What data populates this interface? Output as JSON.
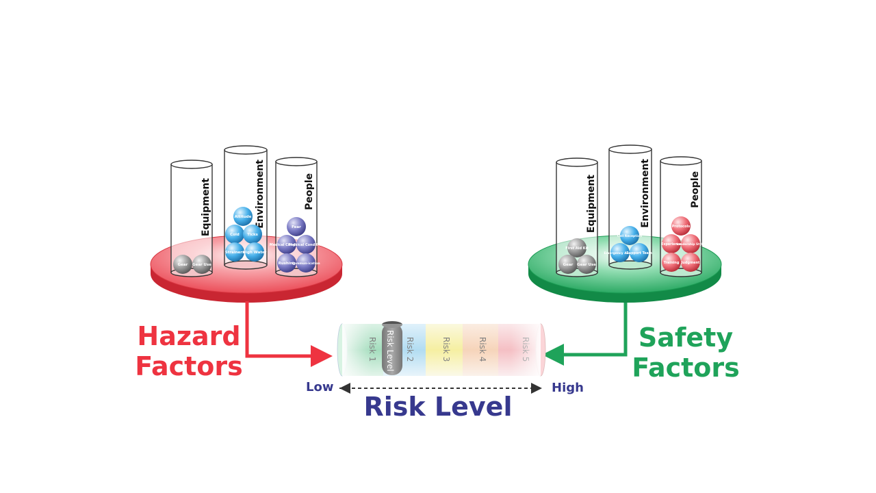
{
  "hazard": {
    "title_line1": "Hazard",
    "title_line2": "Factors",
    "cylinders": [
      {
        "label": "Equipment",
        "balls": [
          "Gear",
          "Gear Use"
        ]
      },
      {
        "label": "Environment",
        "balls": [
          "Altitude",
          "Cold",
          "Ticks",
          "Strainers",
          "High Water"
        ]
      },
      {
        "label": "People",
        "balls": [
          "Fear",
          "Medical Condition",
          "Physical Condition",
          "Rushing",
          "Commun-ication"
        ]
      }
    ]
  },
  "safety": {
    "title_line1": "Safety",
    "title_line2": "Factors",
    "cylinders": [
      {
        "label": "Equipment",
        "balls": [
          "First Aid Kit",
          "Gear",
          "Gear Use"
        ]
      },
      {
        "label": "Environment",
        "balls": [
          "Cell Reception",
          "Emergency Access",
          "Support Team"
        ]
      },
      {
        "label": "People",
        "balls": [
          "Protocols",
          "Experience",
          "Leadership Style",
          "Training",
          "Judgment"
        ]
      }
    ]
  },
  "risk_scale": {
    "title": "Risk Level",
    "low": "Low",
    "high": "High",
    "indicator": "Risk Level",
    "segments": [
      "Risk 1",
      "Risk 2",
      "Risk 3",
      "Risk 4",
      "Risk 5"
    ]
  },
  "colors": {
    "hazard": "#ee3340",
    "safety": "#1fa35a",
    "scale_text": "#37398e",
    "seg1": "#7fd6a5",
    "seg2": "#8fd2f0",
    "seg3": "#f8f07a",
    "seg4": "#f9c49a",
    "seg5": "#f6a0a8",
    "ball_gray": "#8a8a8a",
    "ball_blue": "#3fa9e6",
    "ball_purple": "#6f6fb8",
    "ball_red": "#ec5b66"
  }
}
